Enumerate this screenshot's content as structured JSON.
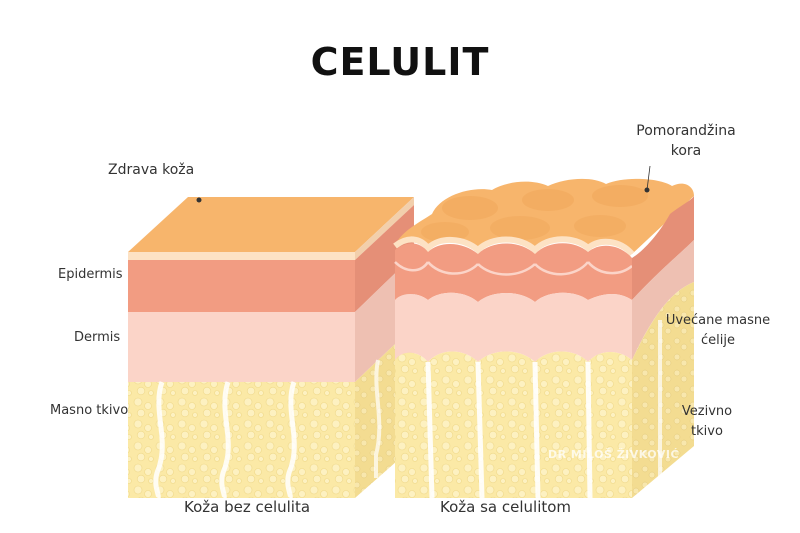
{
  "title": "CELULIT",
  "labels": {
    "healthy_skin": "Zdrava koža",
    "orange_peel": "Pomorandžina kora",
    "epidermis": "Epidermis",
    "dermis": "Dermis",
    "fat_tissue": "Masno tkivo",
    "enlarged_fat_cells": "Uvećane masne ćelije",
    "connective_tissue": "Vezivno tkivo",
    "skin_without_cellulite": "Koža bez celulita",
    "skin_with_cellulite": "Koža sa celulitom"
  },
  "watermark": "DR MILOŠ ŽIVKOVIĆ",
  "colors": {
    "skin_surface": "#f7b56c",
    "epidermis": "#f29c82",
    "dermis": "#fbd4c8",
    "fat": "#fbe9a6",
    "side_shade": "#e9a18c"
  }
}
